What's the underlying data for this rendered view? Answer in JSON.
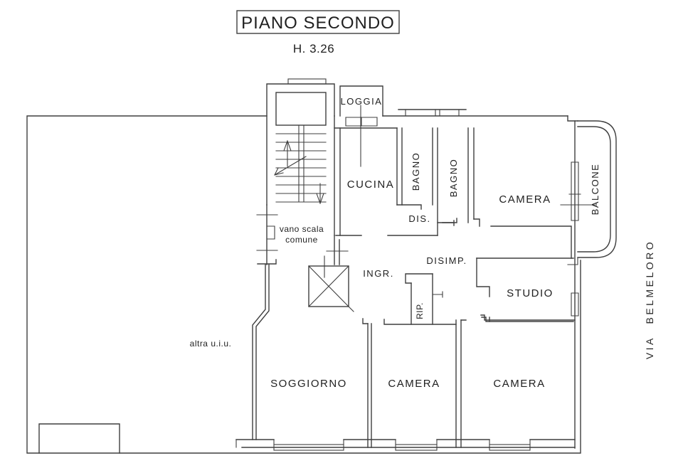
{
  "title": {
    "text": "PIANO SECONDO",
    "height_label": "H. 3.26"
  },
  "street_label": "VIA BELMELORO",
  "rooms": {
    "loggia": "LOGGIA",
    "cucina": "CUCINA",
    "bagno_1": "BAGNO",
    "bagno_2": "BAGNO",
    "camera_ne": "CAMERA",
    "dis": "DIS.",
    "vano_scala_line1": "vano scala",
    "vano_scala_line2": "comune",
    "disimp": "DISIMP.",
    "ingresso": "INGR.",
    "studio": "STUDIO",
    "ripostiglio": "RIP.",
    "altra_uiu": "altra u.i.u.",
    "soggiorno": "SOGGIORNO",
    "camera_s1": "CAMERA",
    "camera_s2": "CAMERA",
    "balcone": "BALCONE"
  },
  "colors": {
    "line": "#3f3f3f",
    "text": "#1f1f1f",
    "background": "#ffffff"
  }
}
